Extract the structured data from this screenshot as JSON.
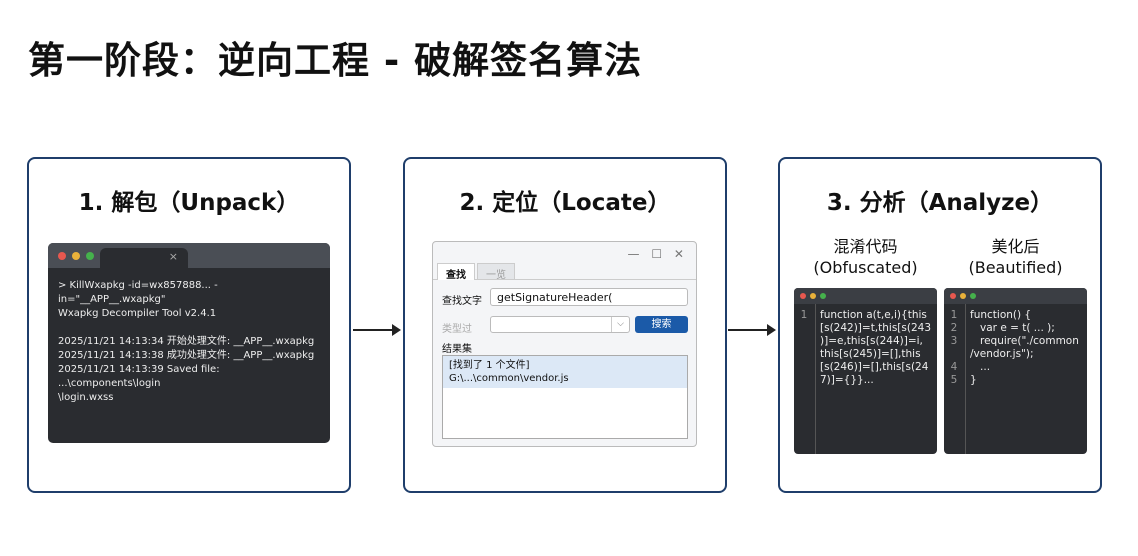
{
  "title": "第一阶段：逆向工程 - 破解签名算法",
  "panels": [
    {
      "title": "1. 解包（Unpack）"
    },
    {
      "title": "2. 定位（Locate）"
    },
    {
      "title": "3. 分析（Analyze）"
    }
  ],
  "terminal": {
    "close": "×",
    "lines": "> KillWxapkg -id=wx857888... -in=\"__APP__.wxapkg\"\nWxapkg Decompiler Tool v2.4.1\n\n2025/11/21 14:13:34 开始处理文件: __APP__.wxapkg\n2025/11/21 14:13:38 成功处理文件: __APP__.wxapkg\n2025/11/21 14:13:39 Saved file: ...\\components\\login\n\\login.wxss"
  },
  "finder": {
    "controls": "— ☐ ✕",
    "tabs": [
      "查找",
      "一览"
    ],
    "find_label": "查找文字",
    "find_value": "getSignatureHeader(",
    "type_label": "类型过",
    "search_button": "搜索",
    "results_label": "结果集",
    "results": [
      "[找到了 1 个文件]",
      "G:\\...\\common\\vendor.js"
    ]
  },
  "analyze": {
    "left_label": "混淆代码\n(Obfuscated)",
    "right_label": "美化后\n(Beautified)",
    "obf_lines": [
      "1"
    ],
    "obf_code": "function a(t,e,i){this\n[s(242)]=t,this[s(243\n)]=e,this[s(244)]=i,\nthis[s(245)]=[],this\n[s(246)]=[],this[s(24\n7)]={}}...",
    "beaut_lines": "1\n2\n3\n\n4\n5",
    "beaut_code": "function() {\n   var e = t( ... );\n   require(\"./common\n/vendor.js\");\n   ...\n}"
  },
  "colors": {
    "border": "#1f3e6b",
    "button": "#1b5aa8",
    "terminal_bg": "#2a2c30"
  }
}
